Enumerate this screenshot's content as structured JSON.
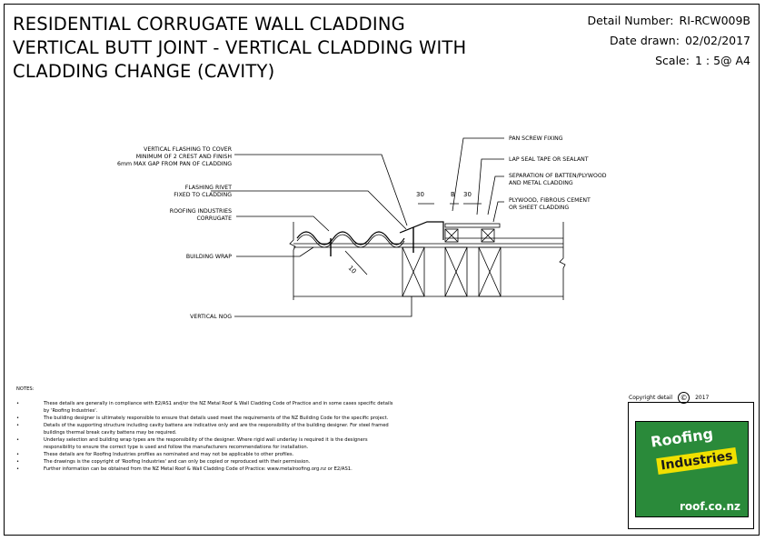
{
  "title": {
    "line1": "RESIDENTIAL CORRUGATE WALL CLADDING",
    "line2": "VERTICAL BUTT JOINT - VERTICAL CLADDING WITH",
    "line3": "CLADDING CHANGE (CAVITY)"
  },
  "meta": {
    "detail_label": "Detail Number:",
    "detail_value": "RI-RCW009B",
    "date_label": "Date drawn:",
    "date_value": "02/02/2017",
    "scale_label": "Scale:",
    "scale_value": "1 : 5@ A4"
  },
  "labels": {
    "flashing_1": "VERTICAL FLASHING TO COVER",
    "flashing_2": "MINIMUM OF 2 CREST AND FINISH",
    "flashing_3": "6mm MAX GAP FROM PAN OF CLADDING",
    "rivet_1": "FLASHING RIVET",
    "rivet_2": "FIXED TO CLADDING",
    "ri_1": "ROOFING INDUSTRIES",
    "ri_2": "CORRUGATE",
    "wrap": "BUILDING WRAP",
    "nog": "VERTICAL NOG",
    "pan_screw": "PAN SCREW FIXING",
    "lap_tape": "LAP SEAL TAPE OR SEALANT",
    "sep_1": "SEPARATION OF BATTEN/PLYWOOD",
    "sep_2": "AND METAL CLADDING",
    "ply_1": "PLYWOOD, FIBROUS CEMENT",
    "ply_2": "OR SHEET CLADDING",
    "dim_30a": "30",
    "dim_b": "B",
    "dim_30b": "30",
    "dim_10": "10"
  },
  "notes": {
    "heading": "NOTES:",
    "bullet": "•",
    "items": [
      "These details are generally in compliance with E2/AS1 and/or the NZ Metal Roof & Wall Cladding Code of Practice and in some cases specific details by 'Roofing Industries'.",
      "The building designer is ultimately responsible to ensure that details used meet the requirements of the NZ Building Code for the specific project.",
      "Details of the supporting structure including cavity battens are indicative only and are the responsibility of the building designer. For steel framed buildings thermal break cavity battens may be required.",
      "Underlay selection and building wrap types are the responsibility of the designer. Where rigid wall underlay is required it is the designers responsibility to ensure the correct type is used and follow the manufacturers recommendations for installation.",
      "These details are for Roofing Industries profiles as nominated and may not be applicable to other profiles.",
      "The drawings is the copyright of 'Roofing Industries' and can only be copied or reproduced with their permission.",
      "Further information can be obtained from the NZ Metal Roof & Wall Cladding Code of Practice: www.metalroofing.org.nz or E2/AS1."
    ]
  },
  "copyright": {
    "label": "Copyright detail",
    "symbol": "©",
    "year": "2017"
  },
  "logo": {
    "line1": "Roofing",
    "line2": "Industries",
    "url": "roof.co.nz",
    "green": "#2a8a3a",
    "yellow": "#f0e000"
  }
}
